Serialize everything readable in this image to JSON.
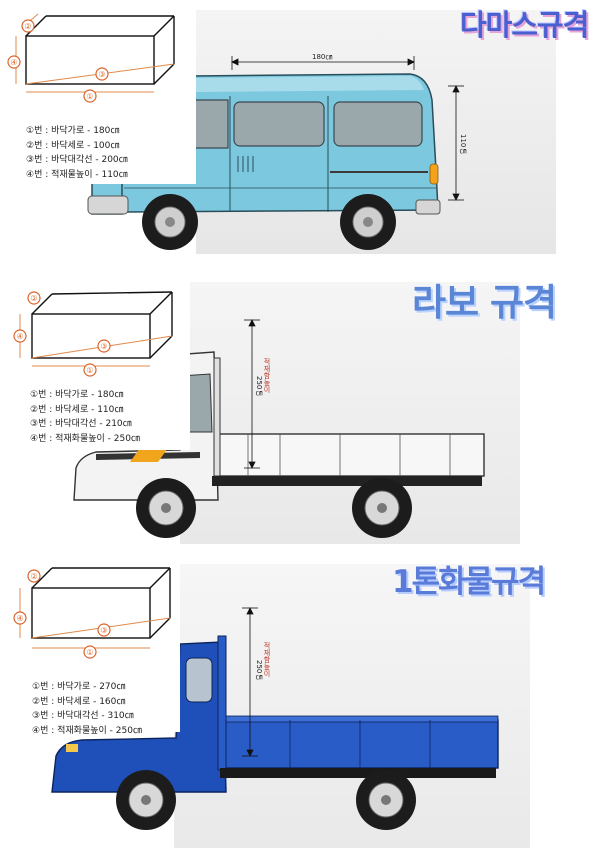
{
  "sections": [
    {
      "title": "다마스규격",
      "vehicle": "van",
      "body_color": "#7cc8de",
      "dims": {
        "length": "180㎝",
        "height": "110㎝"
      },
      "markers": [
        "②",
        "④",
        "③",
        "①"
      ],
      "specs": [
        "①번 : 바닥가로 - 180㎝",
        "②번 : 바닥세로 - 100㎝",
        "③번 : 바닥대각선 - 200㎝",
        "④번 : 적재물높이 - 110㎝"
      ]
    },
    {
      "title": "라보 규격",
      "vehicle": "truck-white",
      "body_color": "#f2f2f2",
      "dims": {
        "height_label": "적재함높이",
        "height": "250㎝"
      },
      "markers": [
        "②",
        "④",
        "③",
        "①"
      ],
      "specs": [
        "①번 : 바닥가로 - 180㎝",
        "②번 : 바닥세로 - 110㎝",
        "③번 : 바닥대각선 - 210㎝",
        "④번 : 적재화물높이 - 250㎝"
      ]
    },
    {
      "title": "1톤화물규격",
      "vehicle": "truck-blue",
      "body_color": "#1f4fb8",
      "dims": {
        "height_label": "적재함높이",
        "height": "250㎝"
      },
      "markers": [
        "②",
        "④",
        "③",
        "①"
      ],
      "specs": [
        "①번 : 바닥가로 - 270㎝",
        "②번 : 바닥세로 - 160㎝",
        "③번 : 바닥대각선 - 310㎝",
        "④번 : 적재화물높이 - 250㎝"
      ]
    }
  ]
}
